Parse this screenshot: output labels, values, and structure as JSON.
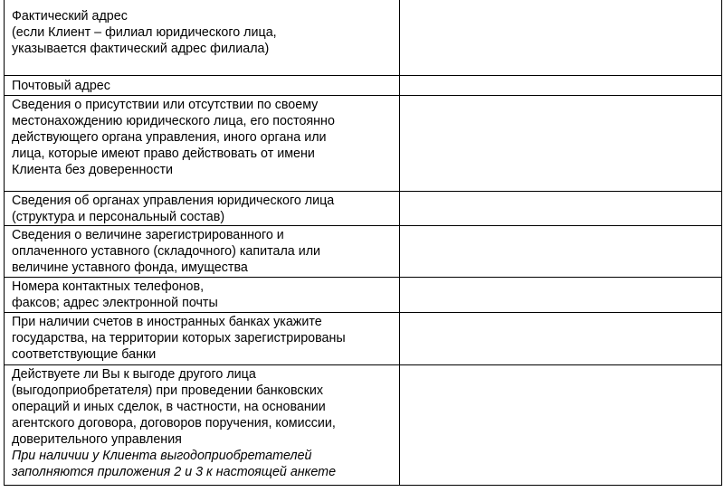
{
  "rows": [
    {
      "lines": [
        "Фактический адрес",
        "(если Клиент – филиал юридического лица,",
        "указывается фактический адрес филиала)"
      ],
      "value": ""
    },
    {
      "lines": [
        "Почтовый адрес"
      ],
      "value": ""
    },
    {
      "lines": [
        "Сведения о присутствии или отсутствии по своему",
        "местонахождению юридического лица, его постоянно",
        "действующего органа управления, иного органа или",
        "лица, которые имеют право действовать от имени",
        "Клиента без доверенности"
      ],
      "value": ""
    },
    {
      "lines": [
        "Сведения об органах управления  юридического лица",
        "(структура и персональный состав)"
      ],
      "value": ""
    },
    {
      "lines": [
        "Сведения о величине зарегистрированного и",
        "оплаченного уставного (складочного) капитала или",
        "величине уставного фонда, имущества"
      ],
      "value": ""
    },
    {
      "lines": [
        "Номера контактных телефонов,",
        "факсов; адрес электронной почты"
      ],
      "value": ""
    },
    {
      "lines": [
        "При наличии счетов в иностранных банках укажите",
        "государства, на территории которых зарегистрированы",
        "соответствующие банки"
      ],
      "value": ""
    },
    {
      "lines": [
        "Действуете ли Вы к выгоде другого лица",
        "(выгодоприобретателя) при проведении банковских",
        "операций и иных сделок, в частности, на основании",
        "агентского договора, договоров поручения, комиссии,",
        "доверительного управления"
      ],
      "italic_lines": [
        "При наличии у Клиента выгодоприобретателей",
        "заполняются приложения 2 и 3  к настоящей анкете"
      ],
      "value": ""
    }
  ]
}
